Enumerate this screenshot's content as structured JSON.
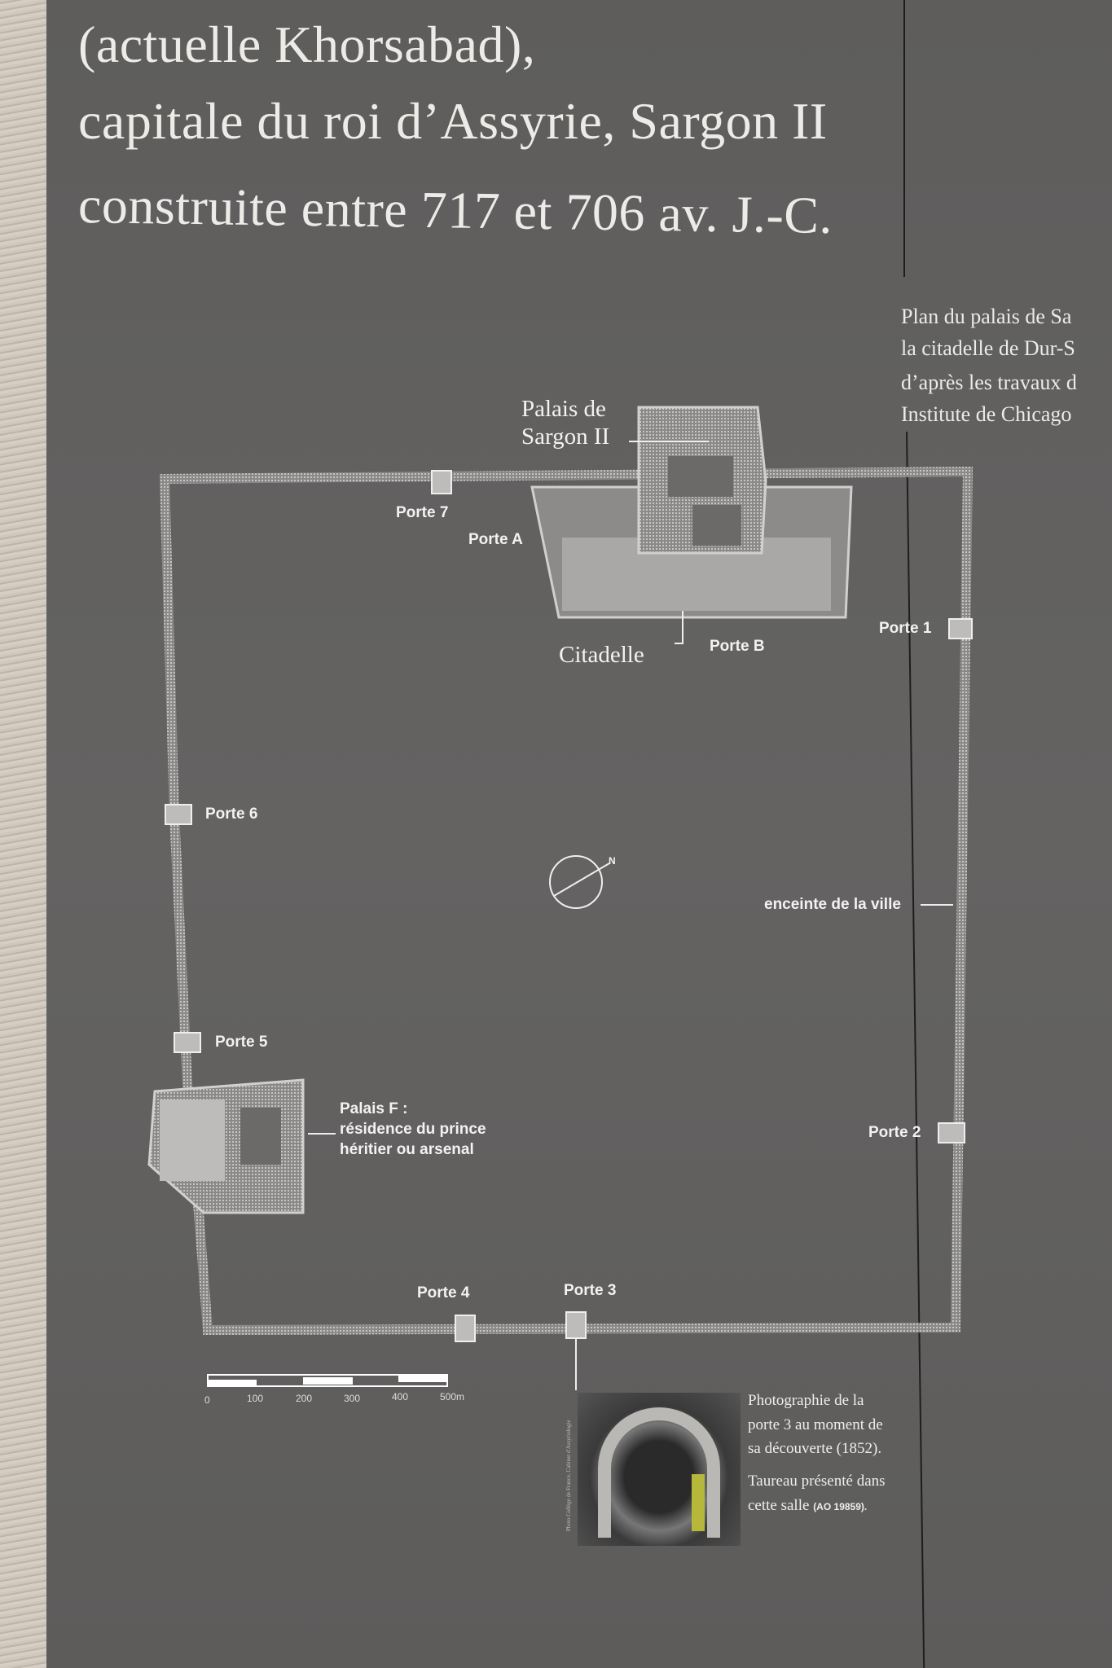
{
  "title": {
    "line1": "(actuelle Khorsabad),",
    "line2": "capitale du roi d’Assyrie, Sargon II",
    "line3": "construite entre 717 et 706 av. J.-C."
  },
  "side_caption": [
    "Plan du palais de Sa",
    "la citadelle de Dur-S",
    "d’après les travaux d",
    "Institute de Chicago"
  ],
  "map": {
    "palace_label_1": "Palais de",
    "palace_label_2": "Sargon II",
    "citadel_label": "Citadelle",
    "wall_label": "enceinte de la ville",
    "palais_f": [
      "Palais F :",
      "résidence du prince",
      "héritier ou arsenal"
    ],
    "gates": {
      "porte_7": "Porte 7",
      "porte_a": "Porte A",
      "porte_1": "Porte 1",
      "porte_b": "Porte B",
      "porte_6": "Porte 6",
      "porte_5": "Porte 5",
      "porte_2": "Porte 2",
      "porte_4": "Porte 4",
      "porte_3": "Porte 3"
    },
    "compass_label": "N",
    "scale_ticks": [
      "0",
      "100",
      "200",
      "300",
      "400",
      "500m"
    ]
  },
  "photo": {
    "credit": "Photo Collège de France, Cabinet d'Assyriologie",
    "caption": [
      "Photographie de la",
      "porte 3 au moment de",
      "sa découverte (1852)."
    ],
    "note": [
      "Taureau présenté dans",
      "cette salle"
    ],
    "inventory": "(AO 19859)."
  }
}
